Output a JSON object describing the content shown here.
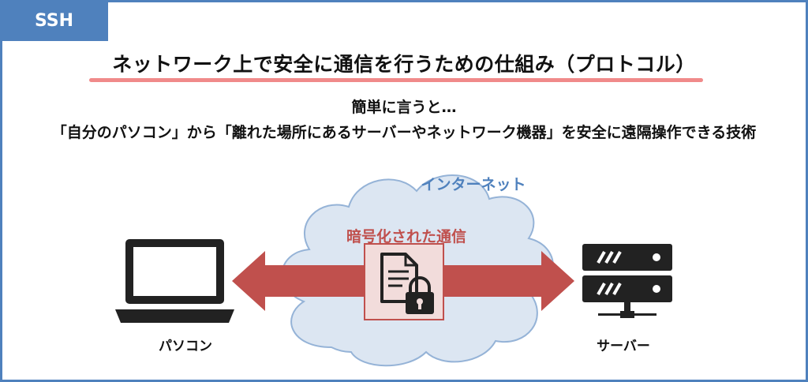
{
  "tag": "SSH",
  "title": "ネットワーク上で安全に通信を行うための仕組み（プロトコル）",
  "subtitle_line1": "簡単に言うと…",
  "subtitle_line2": "「自分のパソコン」から「離れた場所にあるサーバーやネットワーク機器」を安全に遠隔操作できる技術",
  "diagram": {
    "cloud_label": "インターネット",
    "encrypted_label": "暗号化された通信",
    "pc_label": "パソコン",
    "server_label": "サーバー",
    "icons": [
      "laptop-icon",
      "document-lock-icon",
      "server-icon"
    ],
    "colors": {
      "accent_blue": "#4f81bd",
      "title_underline": "#f08a8a",
      "arrow": "#c0504d",
      "cloud_fill": "#dce6f2",
      "cloud_stroke": "#95b3d7",
      "icon": "#222222"
    }
  }
}
